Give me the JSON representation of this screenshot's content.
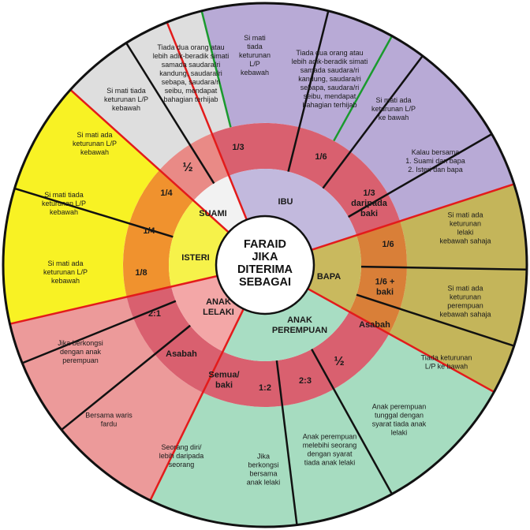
{
  "center": {
    "lines": [
      "FARAID",
      "JIKA",
      "DITERIMA",
      "SEBAGAI"
    ]
  },
  "heirs": [
    {
      "id": "suami",
      "label": "SUAMI"
    },
    {
      "id": "ibu",
      "label": "IBU"
    },
    {
      "id": "isteri",
      "label": "ISTERI"
    },
    {
      "id": "bapa",
      "label": "BAPA"
    },
    {
      "id": "anak-lelaki",
      "label": "ANAK LELAKI"
    },
    {
      "id": "anak-perempuan",
      "label": "ANAK PEREMPUAN"
    }
  ],
  "shares": {
    "suami": [
      "½",
      "1/4"
    ],
    "ibu": [
      "1/3",
      "1/6",
      "1/3 daripada baki"
    ],
    "isteri": [
      "1/4",
      "1/8"
    ],
    "bapa": [
      "1/6",
      "1/6 + baki",
      "Asabah"
    ],
    "anak_lelaki": [
      "2:1",
      "Asabah",
      "Semua/ baki"
    ],
    "anak_perempuan": [
      "1:2",
      "2:3",
      "½"
    ]
  },
  "conditions": {
    "suami": [
      "Tiada dua orang atau lebih adik-beradik simati samada saudara/ri kandung, saudara/ri sebapa, saudara/ri seibu, mendapat bahagian terhijab",
      "Si mati tiada keturunan L/P kebawah",
      "Si mati ada keturunan L/P kebawah"
    ],
    "ibu": [
      "Si mati tiada keturunan L/P kebawah",
      "Tiada dua orang atau lebih adik-beradik simati samada saudara/ri kandung, saudara/ri sebapa, saudara/ri seibu, mendapat bahagian terhijab",
      "Si mati ada keturunan L/P ke bawah",
      "Kalau bersama 1. Suami dan bapa 2. Isteri dan bapa"
    ],
    "isteri": [
      "Si mati tiada keturunan L/P kebawah",
      "Si mati ada keturunan L/P kebawah"
    ],
    "bapa": [
      "Si mati ada keturunan lelaki kebawah sahaja",
      "Si mati ada keturunan perempuan kebawah sahaja",
      "Tiada keturunan L/P ke bawah"
    ],
    "anak_lelaki": [
      "Jika berkongsi dengan anak perempuan",
      "Bersama waris fardu",
      "Seorang diri/ lebih daripada seorang"
    ],
    "anak_perempuan": [
      "Jika berkongsi bersama anak lelaki",
      "Anak perempuan melebihi seorang dengan syarat tiada anak lelaki",
      "Anak perempuan tunggal dengan syarat tiada anak lelaki"
    ]
  },
  "colors": {
    "suami_outer": "#dedede",
    "suami_mid": "#e98a86",
    "suami_inner": "#f2f2f2",
    "ibu_outer": "#b8aad6",
    "ibu_mid": "#d9606f",
    "ibu_inner": "#c2b9dd",
    "isteri_outer": "#f8f224",
    "isteri_mid": "#f0922e",
    "isteri_inner": "#f6f24a",
    "bapa_outer": "#c4b55a",
    "bapa_mid": "#d97f38",
    "bapa_inner": "#c9b95e",
    "anak_lelaki_outer": "#ec9a9a",
    "anak_lelaki_mid": "#d9606f",
    "anak_lelaki_inner": "#f3a7a7",
    "anak_perempuan_outer": "#a6dcc0",
    "anak_perempuan_mid": "#d9606f",
    "anak_perempuan_inner": "#a8ddc3",
    "center": "#ffffff",
    "red_line": "#e31b1b",
    "green_line": "#1a9a2e",
    "dark_line": "#111111"
  }
}
